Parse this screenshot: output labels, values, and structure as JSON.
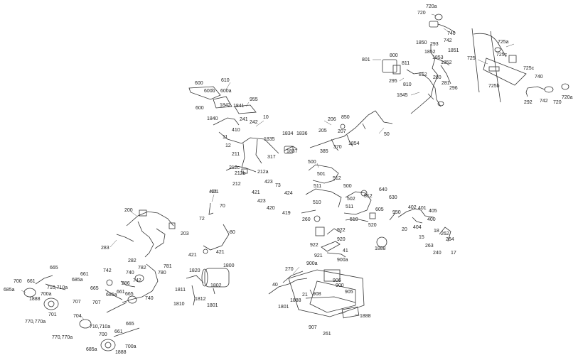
{
  "diagram": {
    "labels": [
      {
        "id": "l1",
        "text": "720a"
      },
      {
        "id": "l2",
        "text": "720"
      },
      {
        "id": "l3",
        "text": "740"
      },
      {
        "id": "l4",
        "text": "293"
      },
      {
        "id": "l5",
        "text": "742"
      },
      {
        "id": "l6",
        "text": "725a"
      },
      {
        "id": "l7",
        "text": "725"
      },
      {
        "id": "l8",
        "text": "725c"
      },
      {
        "id": "l9",
        "text": "725c"
      },
      {
        "id": "l10",
        "text": "740"
      },
      {
        "id": "l11",
        "text": "725b"
      },
      {
        "id": "l12",
        "text": "292"
      },
      {
        "id": "l13",
        "text": "742"
      },
      {
        "id": "l14",
        "text": "720"
      },
      {
        "id": "l15",
        "text": "720a"
      },
      {
        "id": "l16",
        "text": "1850"
      },
      {
        "id": "l17",
        "text": "1851"
      },
      {
        "id": "l18",
        "text": "1852"
      },
      {
        "id": "l19",
        "text": "1853"
      },
      {
        "id": "l20",
        "text": "1852"
      },
      {
        "id": "l21",
        "text": "801"
      },
      {
        "id": "l22",
        "text": "800"
      },
      {
        "id": "l23",
        "text": "811"
      },
      {
        "id": "l24",
        "text": "812"
      },
      {
        "id": "l25",
        "text": "280"
      },
      {
        "id": "l26",
        "text": "295"
      },
      {
        "id": "l27",
        "text": "810"
      },
      {
        "id": "l28",
        "text": "281"
      },
      {
        "id": "l29",
        "text": "296"
      },
      {
        "id": "l30",
        "text": "1845"
      },
      {
        "id": "l31",
        "text": "600"
      },
      {
        "id": "l32",
        "text": "610"
      },
      {
        "id": "l33",
        "text": "600b"
      },
      {
        "id": "l34",
        "text": "600a"
      },
      {
        "id": "l35",
        "text": "955"
      },
      {
        "id": "l36",
        "text": "600"
      },
      {
        "id": "l37",
        "text": "1842"
      },
      {
        "id": "l38",
        "text": "1841"
      },
      {
        "id": "l39",
        "text": "1840"
      },
      {
        "id": "l40",
        "text": "241"
      },
      {
        "id": "l41",
        "text": "242"
      },
      {
        "id": "l42",
        "text": "10"
      },
      {
        "id": "l43",
        "text": "410"
      },
      {
        "id": "l44",
        "text": "11"
      },
      {
        "id": "l45",
        "text": "12"
      },
      {
        "id": "l46",
        "text": "1835"
      },
      {
        "id": "l47",
        "text": "1834"
      },
      {
        "id": "l48",
        "text": "1836"
      },
      {
        "id": "l49",
        "text": "1837"
      },
      {
        "id": "l50",
        "text": "317"
      },
      {
        "id": "l51",
        "text": "206"
      },
      {
        "id": "l52",
        "text": "850"
      },
      {
        "id": "l53",
        "text": "205"
      },
      {
        "id": "l54",
        "text": "207"
      },
      {
        "id": "l55",
        "text": "50"
      },
      {
        "id": "l56",
        "text": "1854"
      },
      {
        "id": "l57",
        "text": "370"
      },
      {
        "id": "l58",
        "text": "385"
      },
      {
        "id": "l59",
        "text": "211"
      },
      {
        "id": "l60",
        "text": "212c"
      },
      {
        "id": "l61",
        "text": "212b"
      },
      {
        "id": "l62",
        "text": "212a"
      },
      {
        "id": "l63",
        "text": "212"
      },
      {
        "id": "l64",
        "text": "500"
      },
      {
        "id": "l65",
        "text": "501"
      },
      {
        "id": "l66",
        "text": "512"
      },
      {
        "id": "l67",
        "text": "500"
      },
      {
        "id": "l68",
        "text": "511"
      },
      {
        "id": "l69",
        "text": "502"
      },
      {
        "id": "l70",
        "text": "512"
      },
      {
        "id": "l71",
        "text": "510"
      },
      {
        "id": "l72",
        "text": "511"
      },
      {
        "id": "l73",
        "text": "510"
      },
      {
        "id": "l74",
        "text": "421"
      },
      {
        "id": "l75",
        "text": "423"
      },
      {
        "id": "l76",
        "text": "73"
      },
      {
        "id": "l77",
        "text": "421"
      },
      {
        "id": "l78",
        "text": "424"
      },
      {
        "id": "l79",
        "text": "423"
      },
      {
        "id": "l80",
        "text": "420"
      },
      {
        "id": "l81",
        "text": "419"
      },
      {
        "id": "l82",
        "text": "421"
      },
      {
        "id": "l83",
        "text": "70"
      },
      {
        "id": "l84",
        "text": "72"
      },
      {
        "id": "l85",
        "text": "80"
      },
      {
        "id": "l86",
        "text": "421"
      },
      {
        "id": "l87",
        "text": "421"
      },
      {
        "id": "l88",
        "text": "640"
      },
      {
        "id": "l89",
        "text": "630"
      },
      {
        "id": "l90",
        "text": "605"
      },
      {
        "id": "l91",
        "text": "950"
      },
      {
        "id": "l92",
        "text": "520"
      },
      {
        "id": "l93",
        "text": "402"
      },
      {
        "id": "l94",
        "text": "401"
      },
      {
        "id": "l95",
        "text": "405"
      },
      {
        "id": "l96",
        "text": "404"
      },
      {
        "id": "l97",
        "text": "400"
      },
      {
        "id": "l98",
        "text": "20"
      },
      {
        "id": "l99",
        "text": "18"
      },
      {
        "id": "l100",
        "text": "262"
      },
      {
        "id": "l101",
        "text": "15"
      },
      {
        "id": "l102",
        "text": "264"
      },
      {
        "id": "l103",
        "text": "263"
      },
      {
        "id": "l104",
        "text": "240"
      },
      {
        "id": "l105",
        "text": "17"
      },
      {
        "id": "l106",
        "text": "1888"
      },
      {
        "id": "l107",
        "text": "260"
      },
      {
        "id": "l108",
        "text": "922"
      },
      {
        "id": "l109",
        "text": "920"
      },
      {
        "id": "l110",
        "text": "922"
      },
      {
        "id": "l111",
        "text": "41"
      },
      {
        "id": "l112",
        "text": "921"
      },
      {
        "id": "l113",
        "text": "900a"
      },
      {
        "id": "l114",
        "text": "900a"
      },
      {
        "id": "l115",
        "text": "270"
      },
      {
        "id": "l116",
        "text": "906"
      },
      {
        "id": "l117",
        "text": "900"
      },
      {
        "id": "l118",
        "text": "40"
      },
      {
        "id": "l119",
        "text": "21"
      },
      {
        "id": "l120",
        "text": "908"
      },
      {
        "id": "l121",
        "text": "905"
      },
      {
        "id": "l122",
        "text": "1888"
      },
      {
        "id": "l123",
        "text": "1801"
      },
      {
        "id": "l124",
        "text": "1888"
      },
      {
        "id": "l125",
        "text": "907"
      },
      {
        "id": "l126",
        "text": "261"
      },
      {
        "id": "l127",
        "text": "200"
      },
      {
        "id": "l128",
        "text": "203"
      },
      {
        "id": "l129",
        "text": "283"
      },
      {
        "id": "l130",
        "text": "282"
      },
      {
        "id": "l131",
        "text": "1820"
      },
      {
        "id": "l132",
        "text": "1800"
      },
      {
        "id": "l133",
        "text": "1802"
      },
      {
        "id": "l134",
        "text": "1811"
      },
      {
        "id": "l135",
        "text": "1812"
      },
      {
        "id": "l136",
        "text": "1810"
      },
      {
        "id": "l137",
        "text": "1801"
      },
      {
        "id": "l138",
        "text": "665"
      },
      {
        "id": "l139",
        "text": "661"
      },
      {
        "id": "l140",
        "text": "700"
      },
      {
        "id": "l141",
        "text": "661"
      },
      {
        "id": "l142",
        "text": "685a"
      },
      {
        "id": "l143",
        "text": "710,710a"
      },
      {
        "id": "l144",
        "text": "700a"
      },
      {
        "id": "l145",
        "text": "685a"
      },
      {
        "id": "l146",
        "text": "1888"
      },
      {
        "id": "l147",
        "text": "665"
      },
      {
        "id": "l148",
        "text": "701"
      },
      {
        "id": "l149",
        "text": "707"
      },
      {
        "id": "l150",
        "text": "770,770a"
      },
      {
        "id": "l151",
        "text": "742"
      },
      {
        "id": "l152",
        "text": "740"
      },
      {
        "id": "l153",
        "text": "782"
      },
      {
        "id": "l154",
        "text": "781"
      },
      {
        "id": "l155",
        "text": "286"
      },
      {
        "id": "l156",
        "text": "742"
      },
      {
        "id": "l157",
        "text": "780"
      },
      {
        "id": "l158",
        "text": "685a"
      },
      {
        "id": "l159",
        "text": "661"
      },
      {
        "id": "l160",
        "text": "665"
      },
      {
        "id": "l161",
        "text": "740"
      },
      {
        "id": "l162",
        "text": "707"
      },
      {
        "id": "l163",
        "text": "704"
      },
      {
        "id": "l164",
        "text": "710,710a"
      },
      {
        "id": "l165",
        "text": "770,770a"
      },
      {
        "id": "l166",
        "text": "665"
      },
      {
        "id": "l167",
        "text": "661"
      },
      {
        "id": "l168",
        "text": "700"
      },
      {
        "id": "l169",
        "text": "685a"
      },
      {
        "id": "l170",
        "text": "700a"
      },
      {
        "id": "l171",
        "text": "1888"
      }
    ]
  }
}
